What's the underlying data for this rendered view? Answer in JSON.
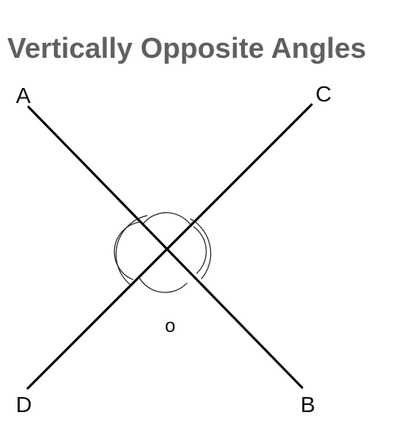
{
  "title": "Vertically Opposite Angles",
  "points": {
    "A": "A",
    "B": "B",
    "C": "C",
    "D": "D"
  },
  "intersection_label": "o"
}
